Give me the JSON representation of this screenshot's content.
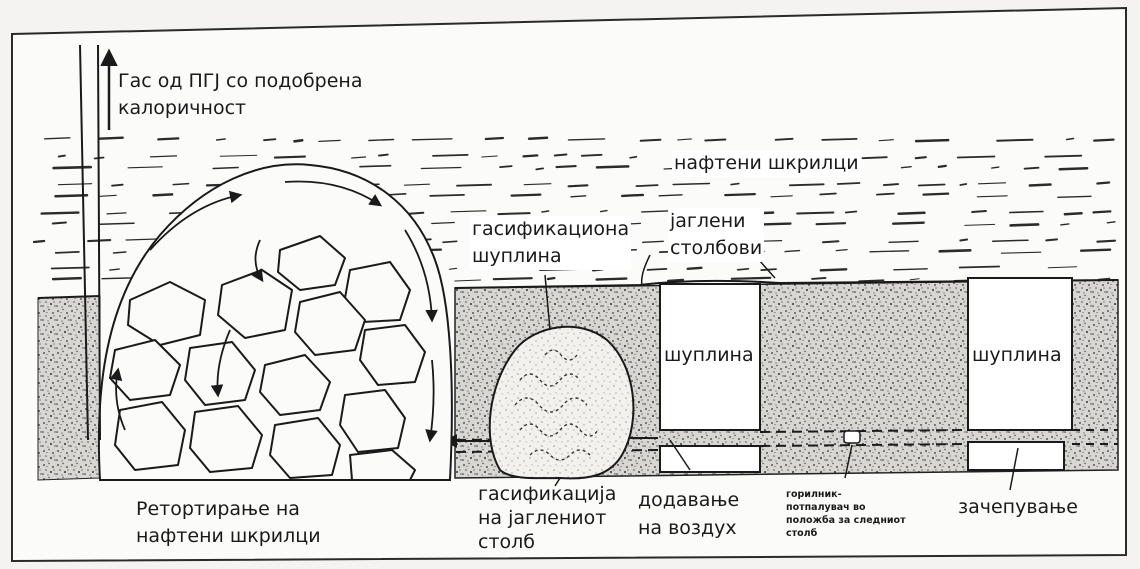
{
  "labels": {
    "gas_output": [
      "Гас од ПГЈ со подобрена",
      "калоричност"
    ],
    "oil_shale": "нафтени шкрилци",
    "gasification_cavity": [
      "гасификациона",
      "шуплина"
    ],
    "coal_pillars": [
      "јаглени",
      "столбови"
    ],
    "cavity_1": "шуплина",
    "cavity_2": "шуплина",
    "retorting": [
      "Ретортирање на",
      "нафтени шкрилци"
    ],
    "pillar_gasification": [
      "гасификација",
      "на јаглениот",
      "столб"
    ],
    "air_addition": [
      "додавање",
      "на воздух"
    ],
    "burner_igniter": [
      "горилник-",
      "потпалувач во",
      "положба за следниот",
      "столб"
    ],
    "plugging": "зачепување"
  },
  "colors": {
    "ink": "#1a1a1a",
    "paper": "#f4f3f1",
    "frame": "#2a2a2a",
    "cavity_fill": "#ffffff",
    "coal_stipple": "#333333"
  }
}
